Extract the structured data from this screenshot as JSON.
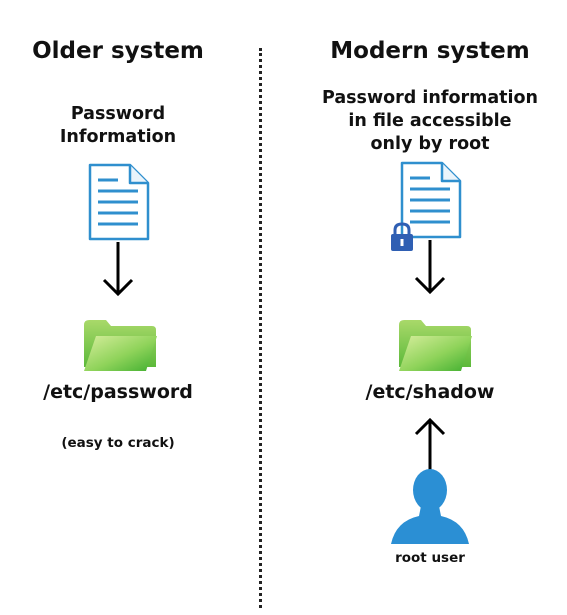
{
  "left": {
    "title": "Older system",
    "subtitle_line1": "Password",
    "subtitle_line2": "Information",
    "path": "/etc/password",
    "note": "(easy to crack)"
  },
  "right": {
    "title": "Modern system",
    "subtitle_line1": "Password information",
    "subtitle_line2": "in file accessible",
    "subtitle_line3": "only by root",
    "path": "/etc/shadow",
    "user_label": "root user"
  },
  "icons": {
    "document": "document-icon",
    "folder": "folder-icon",
    "lock": "lock-icon",
    "user": "user-silhouette-icon"
  },
  "colors": {
    "document_stroke": "#2f8fce",
    "folder_green": "#57c23a",
    "folder_light": "#d7ee9d",
    "lock_blue": "#2f5fb3",
    "user_blue": "#2b8fd4"
  }
}
